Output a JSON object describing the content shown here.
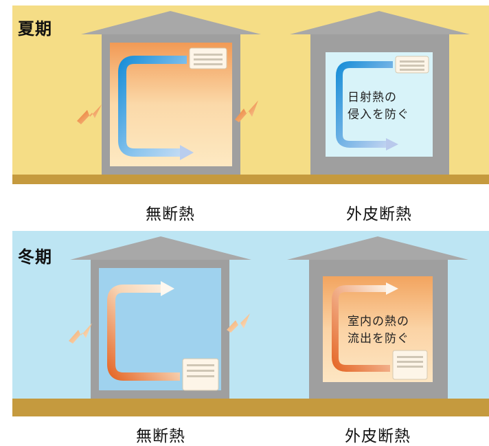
{
  "summer": {
    "title": "夏期",
    "colors": {
      "sky": "#f5dd86",
      "ground": "#c59a3e",
      "roof": "#a5a5a5",
      "wall": "#a0a0a0"
    },
    "houses": [
      {
        "caption": "無断熱",
        "note": ""
      },
      {
        "caption": "外皮断熱",
        "note_lines": [
          "日射熱の",
          "侵入を防ぐ"
        ]
      }
    ]
  },
  "winter": {
    "title": "冬期",
    "colors": {
      "sky": "#bde5f3",
      "ground": "#c59a3e",
      "roof": "#a5a5a5",
      "wall": "#a0a0a0"
    },
    "houses": [
      {
        "caption": "無断熱",
        "note": ""
      },
      {
        "caption": "外皮断熱",
        "note_lines": [
          "室内の熱の",
          "流出を防ぐ"
        ]
      }
    ]
  },
  "icons": [
    "heat-lightning-icon",
    "air-conditioner-icon",
    "airflow-arrow-icon"
  ]
}
